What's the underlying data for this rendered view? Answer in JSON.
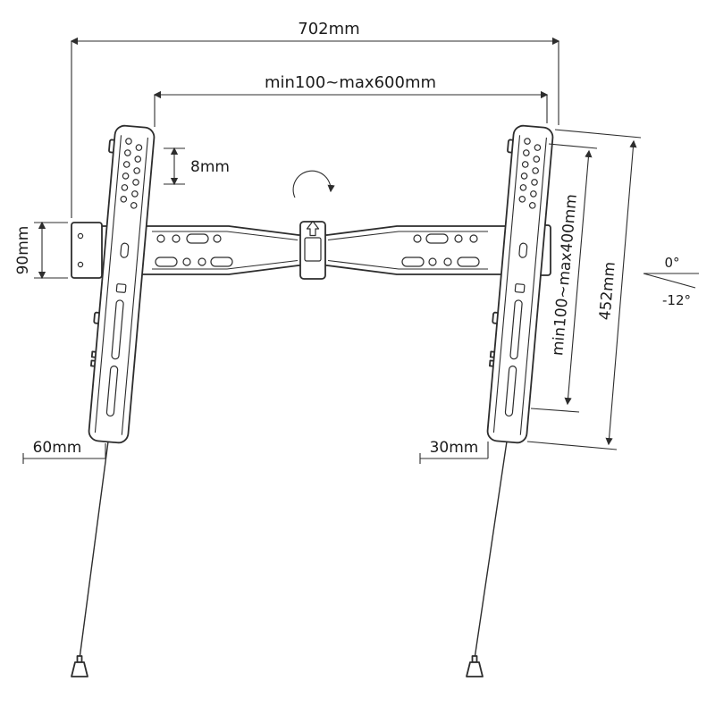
{
  "diagram": {
    "subject": "tilting-tv-wall-mount-dimension-drawing",
    "colors": {
      "line": "#2d2d2d",
      "background": "#ffffff"
    },
    "labels": {
      "overall_width": "702mm",
      "mount_width_range": "min100~max600mm",
      "vertical_step": "8mm",
      "wall_plate_height": "90mm",
      "mount_height_range": "min100~max400mm",
      "bracket_length": "452mm",
      "tilt_max": "0°",
      "tilt_min": "-12°",
      "bottom_left_offset": "60mm",
      "bottom_right_offset": "30mm"
    }
  }
}
